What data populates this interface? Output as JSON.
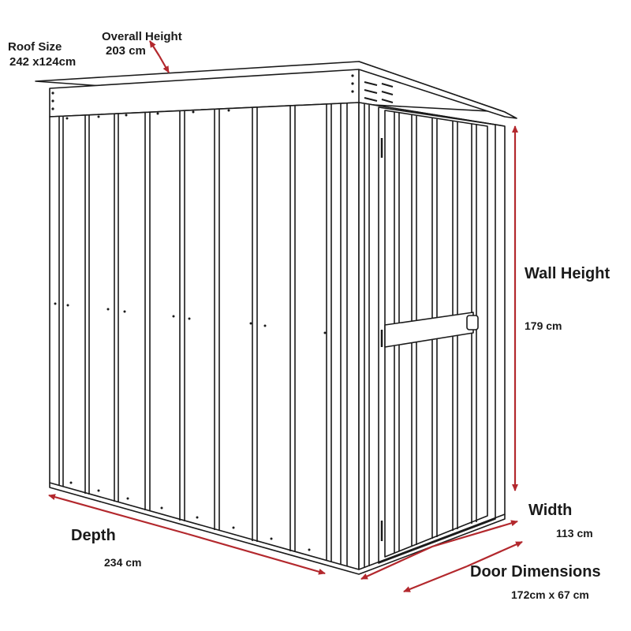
{
  "labels": {
    "roof_title": "Roof Size",
    "roof_value": "242 x124cm",
    "overall_height_title": "Overall Height",
    "overall_height_value": "203 cm",
    "wall_height_title": "Wall Height",
    "wall_height_value": "179 cm",
    "width_title": "Width",
    "width_value": "113 cm",
    "depth_title": "Depth",
    "depth_value": "234 cm",
    "door_title": "Door Dimensions",
    "door_value": "172cm x 67 cm"
  },
  "colors": {
    "arrow": "#b3282d",
    "line": "#1a1a1a",
    "background": "#ffffff"
  }
}
